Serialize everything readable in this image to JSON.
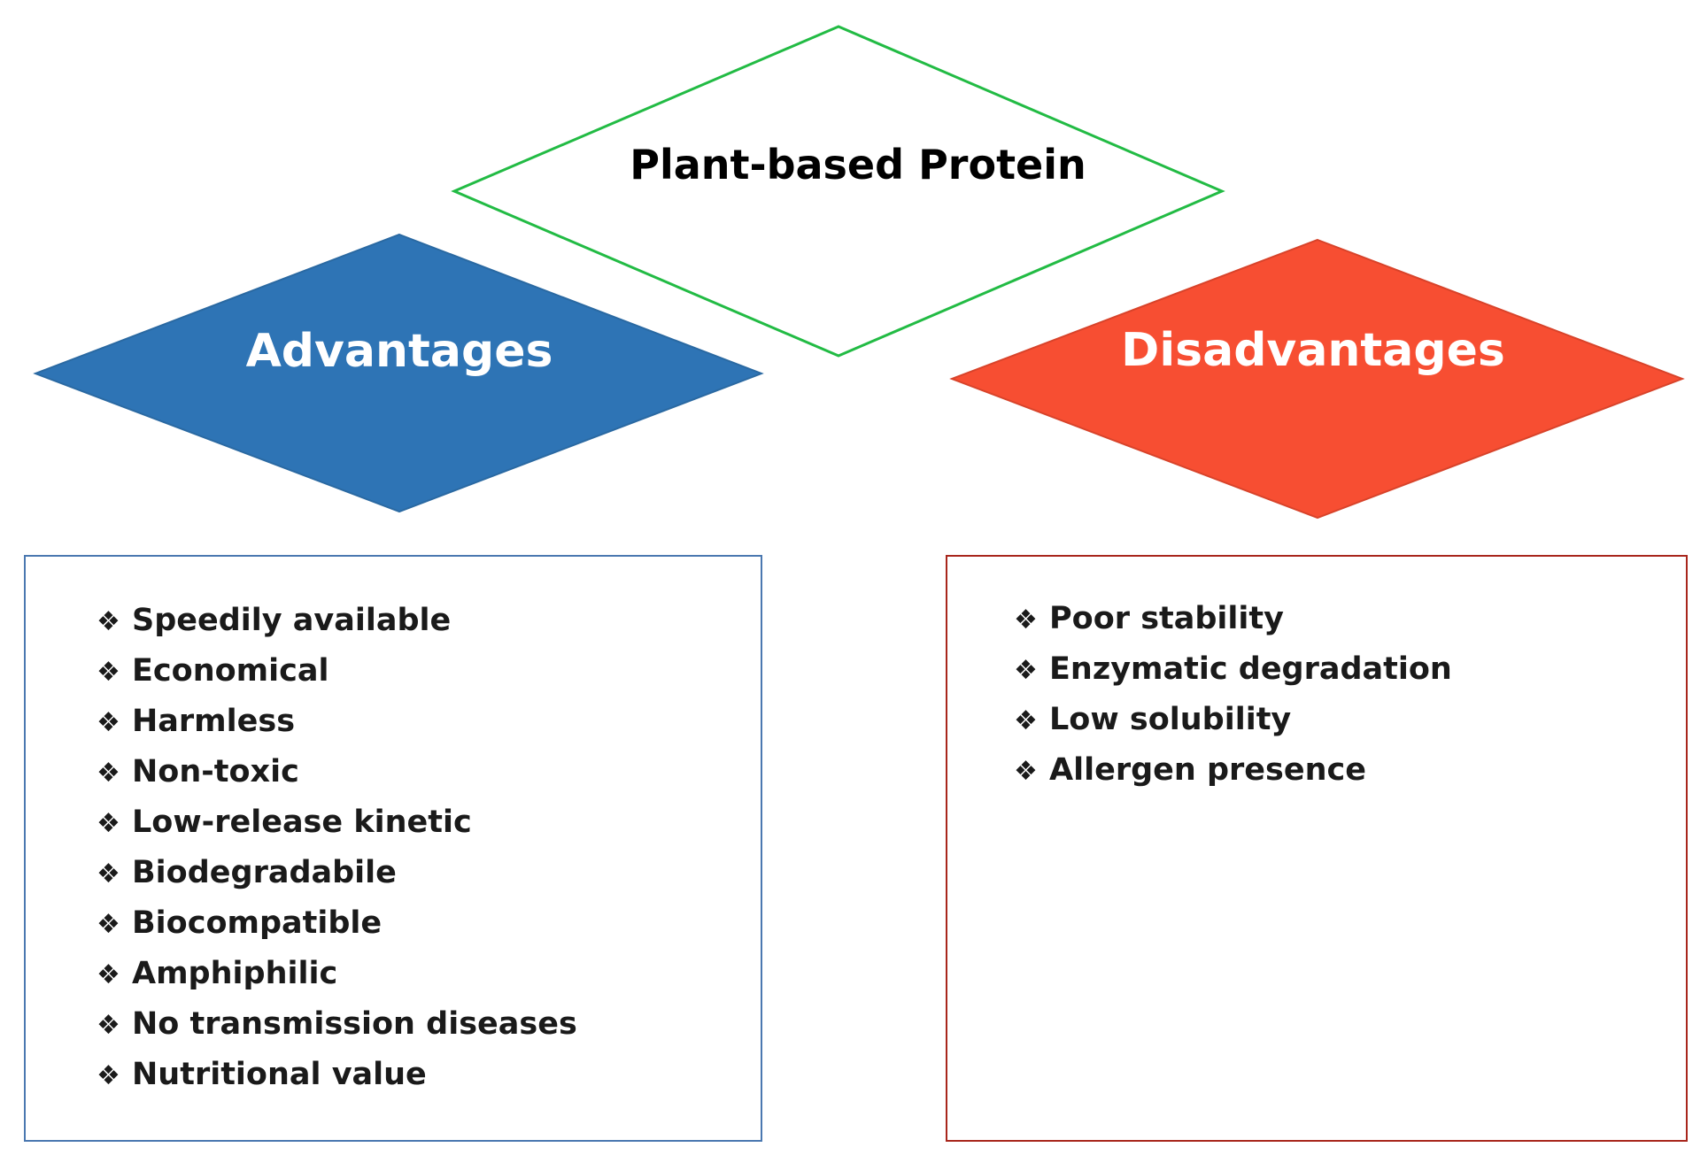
{
  "diagram": {
    "root": {
      "label": "Plant-based Protein",
      "border_color": "#22bb44"
    },
    "advantages": {
      "label": "Advantages",
      "fill_color": "#2e74b5",
      "box_border_color": "#4a78b0",
      "items": [
        "Speedily available",
        "Economical",
        "Harmless",
        "Non-toxic",
        "Low-release kinetic",
        "Biodegradabile",
        "Biocompatible",
        "Amphiphilic",
        "No transmission diseases",
        "Nutritional value"
      ]
    },
    "disadvantages": {
      "label": "Disadvantages",
      "fill_color": "#f74e32",
      "box_border_color": "#a8261c",
      "items": [
        "Poor stability",
        "Enzymatic degradation",
        "Low solubility",
        "Allergen presence"
      ]
    },
    "bullet_glyph": "❖"
  }
}
